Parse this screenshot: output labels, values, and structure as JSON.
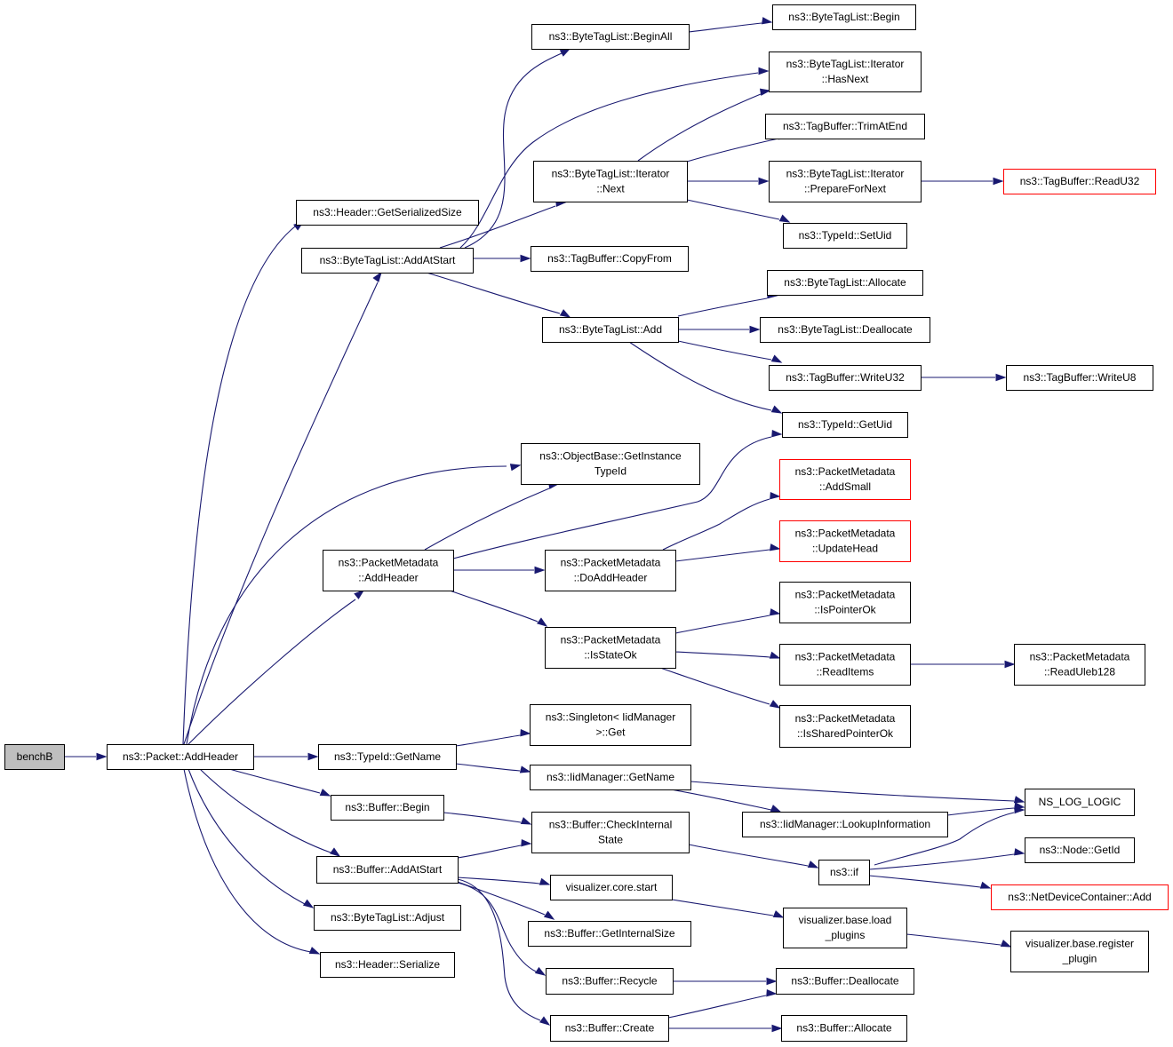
{
  "nodes": {
    "benchB": [
      "benchB"
    ],
    "packet_addheader": [
      "ns3::Packet::AddHeader"
    ],
    "header_getserializedsize": [
      "ns3::Header::GetSerializedSize"
    ],
    "bytetaglist_addatstart": [
      "ns3::ByteTagList::AddAtStart"
    ],
    "bytetaglist_beginall": [
      "ns3::ByteTagList::BeginAll"
    ],
    "bytetaglist_begin": [
      "ns3::ByteTagList::Begin"
    ],
    "iterator_hasnext": [
      "ns3::ByteTagList::Iterator",
      "::HasNext"
    ],
    "tagbuffer_trimatend": [
      "ns3::TagBuffer::TrimAtEnd"
    ],
    "iterator_next": [
      "ns3::ByteTagList::Iterator",
      "::Next"
    ],
    "iterator_prepare": [
      "ns3::ByteTagList::Iterator",
      "::PrepareForNext"
    ],
    "tagbuffer_readu32": [
      "ns3::TagBuffer::ReadU32"
    ],
    "typeid_setuid": [
      "ns3::TypeId::SetUid"
    ],
    "tagbuffer_copyfrom": [
      "ns3::TagBuffer::CopyFrom"
    ],
    "bytetaglist_allocate": [
      "ns3::ByteTagList::Allocate"
    ],
    "bytetaglist_add": [
      "ns3::ByteTagList::Add"
    ],
    "bytetaglist_deallocate": [
      "ns3::ByteTagList::Deallocate"
    ],
    "tagbuffer_writeu32": [
      "ns3::TagBuffer::WriteU32"
    ],
    "tagbuffer_writeu8": [
      "ns3::TagBuffer::WriteU8"
    ],
    "typeid_getuid": [
      "ns3::TypeId::GetUid"
    ],
    "objectbase_getinstancetypeid": [
      "ns3::ObjectBase::GetInstance",
      "TypeId"
    ],
    "pm_addsmall": [
      "ns3::PacketMetadata",
      "::AddSmall"
    ],
    "pm_addheader": [
      "ns3::PacketMetadata",
      "::AddHeader"
    ],
    "pm_doaddheader": [
      "ns3::PacketMetadata",
      "::DoAddHeader"
    ],
    "pm_updatehead": [
      "ns3::PacketMetadata",
      "::UpdateHead"
    ],
    "pm_ispointerok": [
      "ns3::PacketMetadata",
      "::IsPointerOk"
    ],
    "pm_isstateok": [
      "ns3::PacketMetadata",
      "::IsStateOk"
    ],
    "pm_readitems": [
      "ns3::PacketMetadata",
      "::ReadItems"
    ],
    "pm_readuleb128": [
      "ns3::PacketMetadata",
      "::ReadUleb128"
    ],
    "pm_issharedpointerok": [
      "ns3::PacketMetadata",
      "::IsSharedPointerOk"
    ],
    "singleton_get": [
      "ns3::Singleton< IidManager",
      ">::Get"
    ],
    "typeid_getname": [
      "ns3::TypeId::GetName"
    ],
    "iidmanager_getname": [
      "ns3::IidManager::GetName"
    ],
    "ns_log_logic": [
      "NS_LOG_LOGIC"
    ],
    "iidmanager_lookup": [
      "ns3::IidManager::LookupInformation"
    ],
    "buffer_begin": [
      "ns3::Buffer::Begin"
    ],
    "buffer_checkinternalstate": [
      "ns3::Buffer::CheckInternal",
      "State"
    ],
    "ns3_if": [
      "ns3::if"
    ],
    "node_getid": [
      "ns3::Node::GetId"
    ],
    "buffer_addatstart": [
      "ns3::Buffer::AddAtStart"
    ],
    "netdevicecontainer_add": [
      "ns3::NetDeviceContainer::Add"
    ],
    "visualizer_core_start": [
      "visualizer.core.start"
    ],
    "bytetaglist_adjust": [
      "ns3::ByteTagList::Adjust"
    ],
    "visualizer_base_load_plugins": [
      "visualizer.base.load",
      "_plugins"
    ],
    "buffer_getinternalsize": [
      "ns3::Buffer::GetInternalSize"
    ],
    "visualizer_base_register_plugin": [
      "visualizer.base.register",
      "_plugin"
    ],
    "header_serialize": [
      "ns3::Header::Serialize"
    ],
    "buffer_recycle": [
      "ns3::Buffer::Recycle"
    ],
    "buffer_deallocate": [
      "ns3::Buffer::Deallocate"
    ],
    "buffer_create": [
      "ns3::Buffer::Create"
    ],
    "buffer_allocate": [
      "ns3::Buffer::Allocate"
    ]
  },
  "truncated_nodes": [
    "tagbuffer_readu32",
    "pm_addsmall",
    "pm_updatehead",
    "netdevicecontainer_add"
  ],
  "edges": [
    [
      "benchB",
      "packet_addheader"
    ],
    [
      "packet_addheader",
      "header_getserializedsize"
    ],
    [
      "packet_addheader",
      "bytetaglist_addatstart"
    ],
    [
      "packet_addheader",
      "objectbase_getinstancetypeid"
    ],
    [
      "packet_addheader",
      "pm_addheader"
    ],
    [
      "packet_addheader",
      "typeid_getname"
    ],
    [
      "packet_addheader",
      "buffer_begin"
    ],
    [
      "packet_addheader",
      "buffer_addatstart"
    ],
    [
      "packet_addheader",
      "bytetaglist_adjust"
    ],
    [
      "packet_addheader",
      "header_serialize"
    ],
    [
      "bytetaglist_addatstart",
      "bytetaglist_beginall"
    ],
    [
      "bytetaglist_addatstart",
      "iterator_hasnext"
    ],
    [
      "bytetaglist_addatstart",
      "iterator_next"
    ],
    [
      "bytetaglist_addatstart",
      "tagbuffer_copyfrom"
    ],
    [
      "bytetaglist_addatstart",
      "bytetaglist_add"
    ],
    [
      "bytetaglist_beginall",
      "bytetaglist_begin"
    ],
    [
      "iterator_next",
      "iterator_hasnext"
    ],
    [
      "iterator_next",
      "tagbuffer_trimatend"
    ],
    [
      "iterator_next",
      "iterator_prepare"
    ],
    [
      "iterator_next",
      "typeid_setuid"
    ],
    [
      "iterator_prepare",
      "tagbuffer_readu32"
    ],
    [
      "bytetaglist_add",
      "bytetaglist_allocate"
    ],
    [
      "bytetaglist_add",
      "bytetaglist_deallocate"
    ],
    [
      "bytetaglist_add",
      "tagbuffer_writeu32"
    ],
    [
      "bytetaglist_add",
      "typeid_getuid"
    ],
    [
      "tagbuffer_writeu32",
      "tagbuffer_writeu8"
    ],
    [
      "pm_addheader",
      "objectbase_getinstancetypeid"
    ],
    [
      "pm_addheader",
      "typeid_getuid"
    ],
    [
      "pm_addheader",
      "pm_doaddheader"
    ],
    [
      "pm_addheader",
      "pm_isstateok"
    ],
    [
      "pm_doaddheader",
      "pm_addsmall"
    ],
    [
      "pm_doaddheader",
      "pm_updatehead"
    ],
    [
      "pm_isstateok",
      "pm_ispointerok"
    ],
    [
      "pm_isstateok",
      "pm_readitems"
    ],
    [
      "pm_isstateok",
      "pm_issharedpointerok"
    ],
    [
      "pm_readitems",
      "pm_readuleb128"
    ],
    [
      "typeid_getname",
      "singleton_get"
    ],
    [
      "typeid_getname",
      "iidmanager_getname"
    ],
    [
      "iidmanager_getname",
      "ns_log_logic"
    ],
    [
      "iidmanager_getname",
      "iidmanager_lookup"
    ],
    [
      "iidmanager_lookup",
      "ns_log_logic"
    ],
    [
      "buffer_begin",
      "buffer_checkinternalstate"
    ],
    [
      "buffer_checkinternalstate",
      "ns3_if"
    ],
    [
      "ns3_if",
      "ns_log_logic"
    ],
    [
      "ns3_if",
      "node_getid"
    ],
    [
      "ns3_if",
      "netdevicecontainer_add"
    ],
    [
      "buffer_addatstart",
      "buffer_checkinternalstate"
    ],
    [
      "buffer_addatstart",
      "visualizer_core_start"
    ],
    [
      "buffer_addatstart",
      "buffer_getinternalsize"
    ],
    [
      "buffer_addatstart",
      "buffer_recycle"
    ],
    [
      "buffer_addatstart",
      "buffer_create"
    ],
    [
      "visualizer_core_start",
      "visualizer_base_load_plugins"
    ],
    [
      "visualizer_base_load_plugins",
      "visualizer_base_register_plugin"
    ],
    [
      "buffer_recycle",
      "buffer_deallocate"
    ],
    [
      "buffer_create",
      "buffer_deallocate"
    ],
    [
      "buffer_create",
      "buffer_allocate"
    ]
  ],
  "colors": {
    "edge": "#191970",
    "node_border": "#000000",
    "truncated_border": "#ff0000",
    "root_fill": "#bfbfbf",
    "background": "#ffffff"
  }
}
